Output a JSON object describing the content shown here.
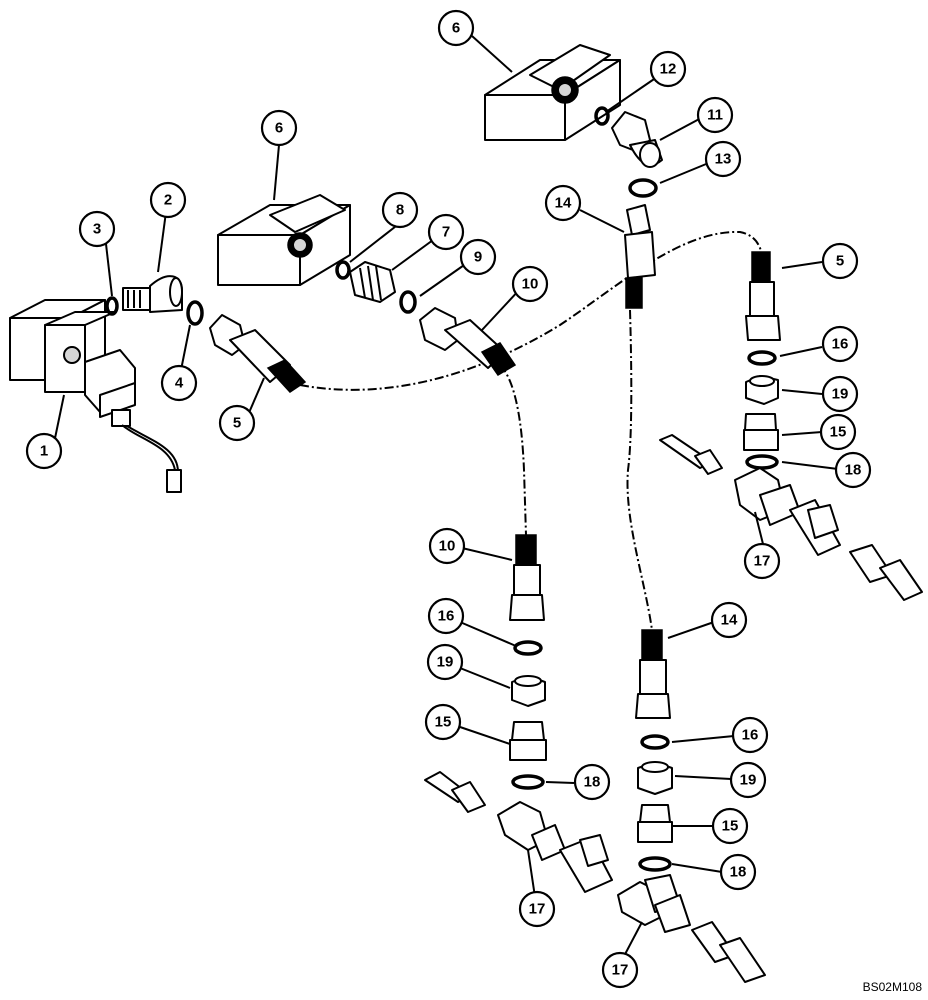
{
  "diagram": {
    "callouts": [
      {
        "id": "c1",
        "label": "1"
      },
      {
        "id": "c2",
        "label": "2"
      },
      {
        "id": "c3",
        "label": "3"
      },
      {
        "id": "c4",
        "label": "4"
      },
      {
        "id": "c5a",
        "label": "5"
      },
      {
        "id": "c5b",
        "label": "5"
      },
      {
        "id": "c6a",
        "label": "6"
      },
      {
        "id": "c6b",
        "label": "6"
      },
      {
        "id": "c7",
        "label": "7"
      },
      {
        "id": "c8",
        "label": "8"
      },
      {
        "id": "c9",
        "label": "9"
      },
      {
        "id": "c10a",
        "label": "10"
      },
      {
        "id": "c10b",
        "label": "10"
      },
      {
        "id": "c11",
        "label": "11"
      },
      {
        "id": "c12",
        "label": "12"
      },
      {
        "id": "c13",
        "label": "13"
      },
      {
        "id": "c14a",
        "label": "14"
      },
      {
        "id": "c14b",
        "label": "14"
      },
      {
        "id": "c15a",
        "label": "15"
      },
      {
        "id": "c15b",
        "label": "15"
      },
      {
        "id": "c15c",
        "label": "15"
      },
      {
        "id": "c16a",
        "label": "16"
      },
      {
        "id": "c16b",
        "label": "16"
      },
      {
        "id": "c16c",
        "label": "16"
      },
      {
        "id": "c17a",
        "label": "17"
      },
      {
        "id": "c17b",
        "label": "17"
      },
      {
        "id": "c17c",
        "label": "17"
      },
      {
        "id": "c18a",
        "label": "18"
      },
      {
        "id": "c18b",
        "label": "18"
      },
      {
        "id": "c18c",
        "label": "18"
      },
      {
        "id": "c19a",
        "label": "19"
      },
      {
        "id": "c19b",
        "label": "19"
      },
      {
        "id": "c19c",
        "label": "19"
      }
    ],
    "reference_code": "BS02M108"
  }
}
